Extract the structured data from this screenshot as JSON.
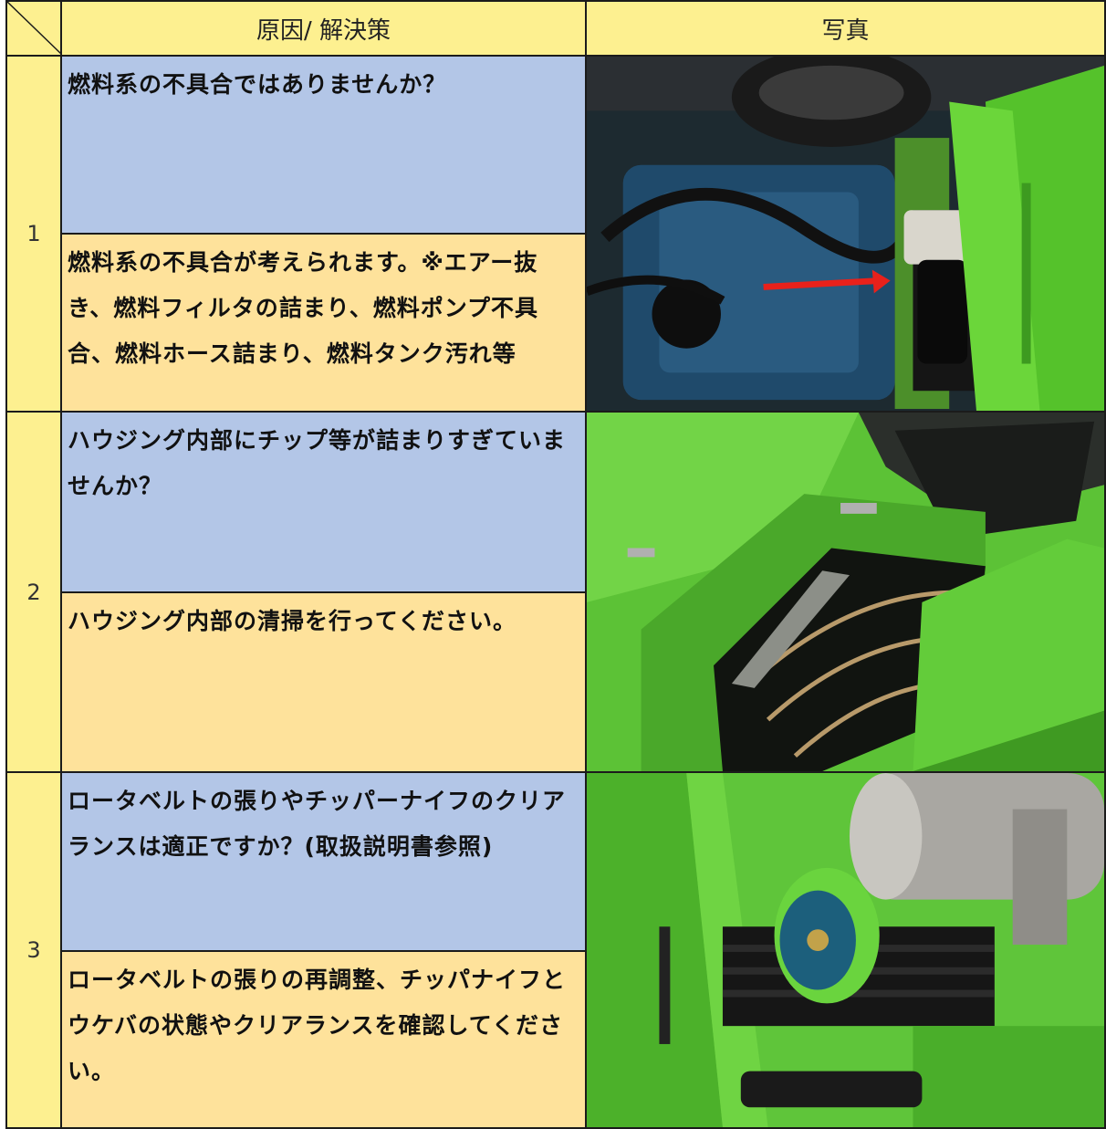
{
  "header": {
    "col_cause_solution": "原因/ 解決策",
    "col_photo": "写真"
  },
  "rows": [
    {
      "number": "1",
      "cause": "燃料系の不具合ではありませんか？",
      "solution": "燃料系の不具合が考えられます。※エアー抜き、燃料フィルタの詰まり、燃料ポンプ不具合、燃料ホース詰まり、燃料タンク汚れ等",
      "photo": "engine-fuel-filter-photo"
    },
    {
      "number": "2",
      "cause": "ハウジング内部にチップ等が詰まりすぎていませんか？",
      "solution": "ハウジング内部の清掃を行ってください。",
      "photo": "housing-interior-photo"
    },
    {
      "number": "3",
      "cause": "ロータベルトの張りやチッパーナイフのクリアランスは適正ですか？(取扱説明書参照)",
      "solution": "ロータベルトの張りの再調整、チッパナイフとウケバの状態やクリアランスを確認してください。",
      "photo": "rotor-belt-photo"
    }
  ],
  "colors": {
    "header_bg": "#fdf090",
    "cause_bg": "#b3c6e7",
    "solution_bg": "#fee29b",
    "machine_green": "#5fc53a",
    "arrow_red": "#e8211b"
  }
}
